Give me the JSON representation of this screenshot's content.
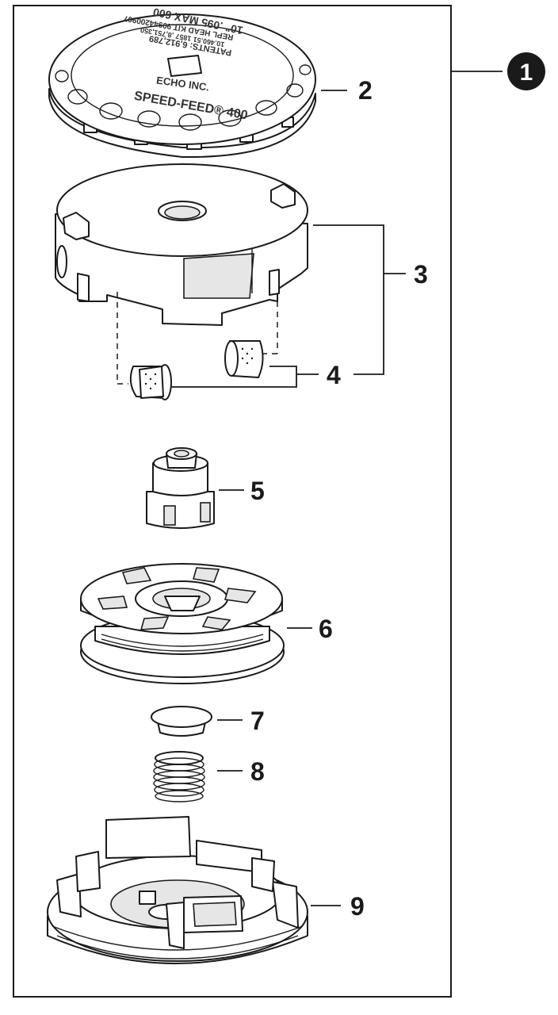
{
  "assembly_callout": "1",
  "callouts": {
    "p2": "2",
    "p3": "3",
    "p4": "4",
    "p5": "5",
    "p6": "6",
    "p7": "7",
    "p8": "8",
    "p9": "9"
  },
  "lid_text": {
    "brand": "ECHO INC.",
    "model": "SPEED-FEED® 400",
    "patents": "PATENTS: 6,912,789",
    "numbers": "10.460.51 1857 ,8,751,350",
    "kit": "REPL HEAD KIT 99944200907",
    "spec": "10\" .095 MAX 600"
  },
  "colors": {
    "line": "#1a1a1a",
    "shade": "#e6e6e6",
    "background": "#ffffff"
  }
}
